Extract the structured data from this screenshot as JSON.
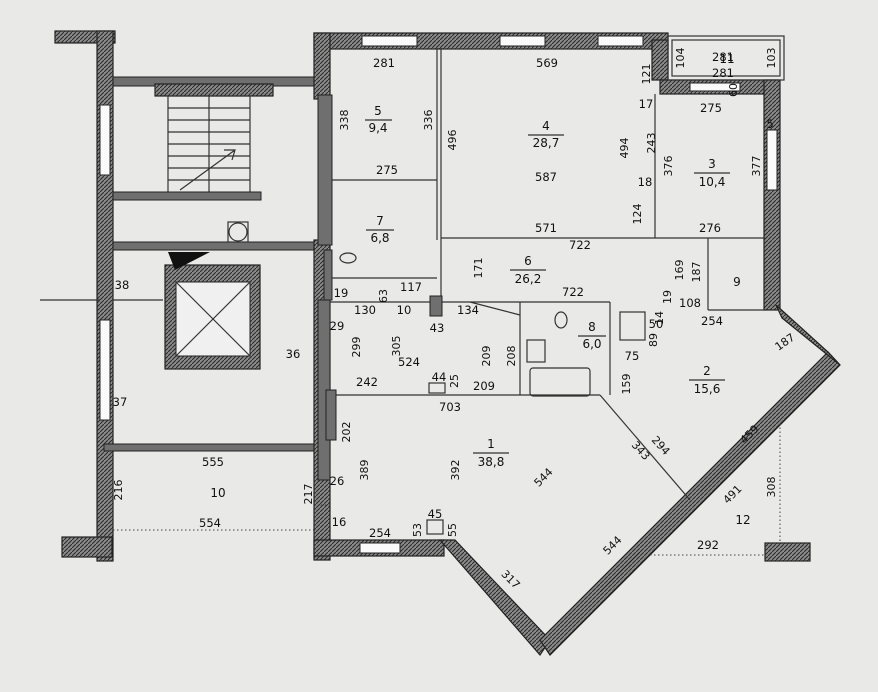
{
  "rooms": [
    {
      "id": "room-1",
      "number": "1",
      "area": "38,8"
    },
    {
      "id": "room-2",
      "number": "2",
      "area": "15,6"
    },
    {
      "id": "room-3",
      "number": "3",
      "area": "10,4"
    },
    {
      "id": "room-4",
      "number": "4",
      "area": "28,7"
    },
    {
      "id": "room-5",
      "number": "5",
      "area": "9,4"
    },
    {
      "id": "room-6",
      "number": "6",
      "area": "26,2"
    },
    {
      "id": "room-7",
      "number": "7",
      "area": "6,8"
    },
    {
      "id": "room-8",
      "number": "8",
      "area": "6,0"
    },
    {
      "id": "room-9",
      "number": "9"
    },
    {
      "id": "room-10",
      "number": "10"
    },
    {
      "id": "room-11",
      "number": "11"
    },
    {
      "id": "room-12",
      "number": "12"
    }
  ],
  "dimensions": {
    "d281a": "281",
    "d569": "569",
    "d104": "104",
    "d281b": "281",
    "d103": "103",
    "d281c": "281",
    "d121": "121",
    "d60": "60",
    "d275a": "275",
    "d17": "17",
    "d338": "338",
    "d336": "336",
    "d496": "496",
    "d494": "494",
    "d243": "243",
    "d376": "376",
    "d377": "377",
    "d5": "5",
    "d587": "587",
    "d275b": "275",
    "d18": "18",
    "d124": "124",
    "d571": "571",
    "d276": "276",
    "d722a": "722",
    "d171": "171",
    "d169": "169",
    "d187a": "187",
    "d117": "117",
    "d63": "63",
    "d19a": "19",
    "d722b": "722",
    "d19b": "19",
    "d108": "108",
    "d38": "38",
    "d130": "130",
    "d10": "10",
    "d134": "134",
    "d14": "14",
    "d254a": "254",
    "d50": "50",
    "d89": "89",
    "d29": "29",
    "d43": "43",
    "d299": "299",
    "d305": "305",
    "d524": "524",
    "d209a": "209",
    "d208": "208",
    "d36": "36",
    "d75": "75",
    "d159": "159",
    "d187b": "187",
    "d242": "242",
    "d44": "44",
    "d25": "25",
    "d209b": "209",
    "d703": "703",
    "d37": "37",
    "d294": "294",
    "d343": "343",
    "d459": "459",
    "d202": "202",
    "d389": "389",
    "d392": "392",
    "d544a": "544",
    "d555": "555",
    "d491": "491",
    "d308": "308",
    "d216": "216",
    "d217": "217",
    "d26": "26",
    "d554": "554",
    "d16": "16",
    "d254b": "254",
    "d53": "53",
    "d45": "45",
    "d55": "55",
    "d544b": "544",
    "d292": "292",
    "d317": "317"
  }
}
